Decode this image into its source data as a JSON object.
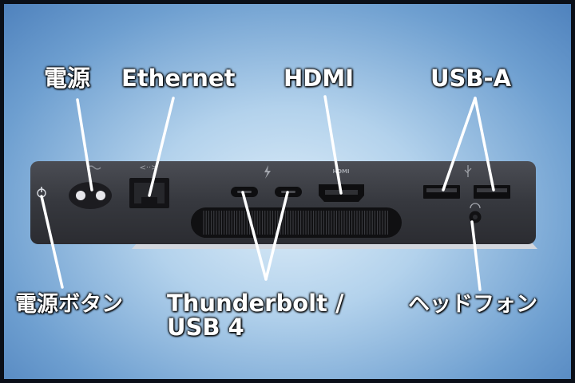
{
  "labels": {
    "power": "電源",
    "ethernet": "Ethernet",
    "hdmi": "HDMI",
    "usb_a": "USB-A",
    "power_button": "電源ボタン",
    "thunderbolt": "Thunderbolt /\nUSB 4",
    "headphone": "ヘッドフォン"
  },
  "colors": {
    "background": "#6e9fd0",
    "device_body": "#3a3c42",
    "leader_lines": "#ffffff"
  },
  "icons": [
    "power-symbol-icon",
    "ethernet-symbol-icon",
    "thunderbolt-symbol-icon",
    "hdmi-symbol-icon",
    "usb-symbol-icon",
    "headphone-symbol-icon"
  ]
}
